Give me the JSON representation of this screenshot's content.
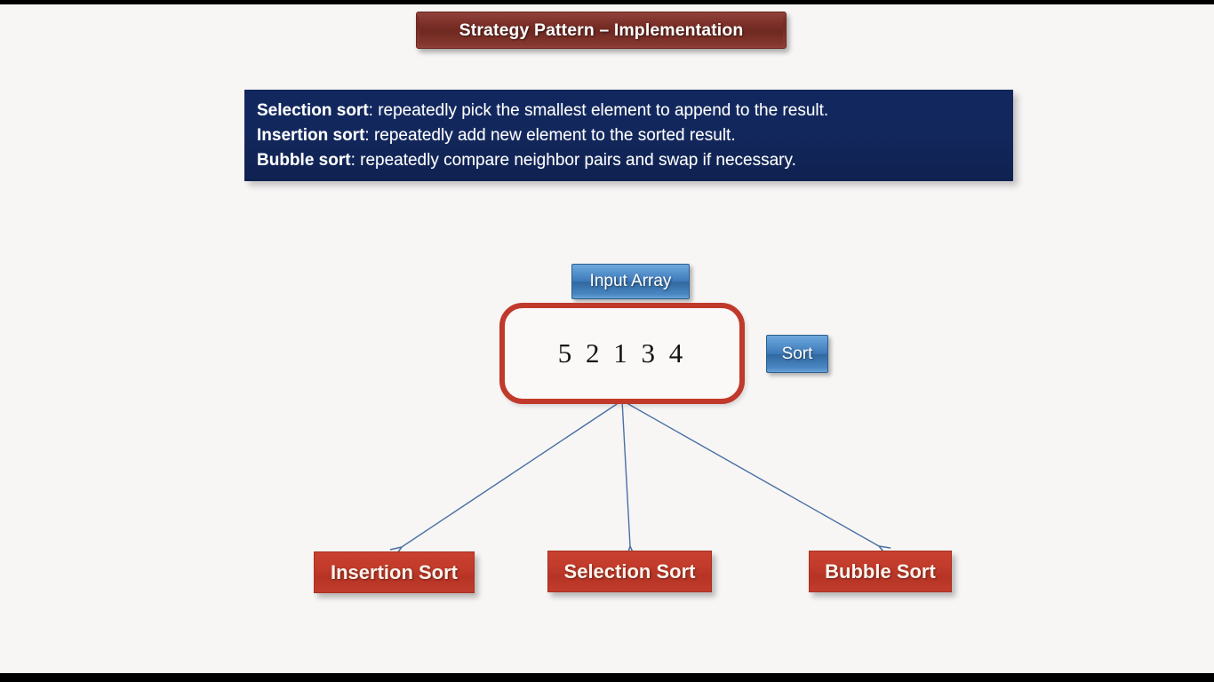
{
  "slide": {
    "title": "Strategy Pattern – Implementation",
    "background_color": "#f7f6f5",
    "letterbox_color": "#000000"
  },
  "description_panel": {
    "background_color": "#11275e",
    "lines": [
      {
        "term": "Selection sort",
        "detail": ": repeatedly pick the smallest element to append to the result."
      },
      {
        "term": "Insertion sort",
        "detail": ": repeatedly add new element to the sorted result."
      },
      {
        "term": "Bubble sort",
        "detail": ": repeatedly compare neighbor pairs and swap if necessary."
      }
    ]
  },
  "diagram": {
    "input_array_label": "Input Array",
    "sort_button_label": "Sort",
    "array_values": "5 2 1 3 4",
    "array_border_color": "#c0392b",
    "button_color": "#3d79b8",
    "arrow_color": "#4a6fa5",
    "strategies": [
      {
        "label": "Insertion Sort",
        "color": "#c23b2b"
      },
      {
        "label": "Selection Sort",
        "color": "#c23b2b"
      },
      {
        "label": "Bubble Sort",
        "color": "#c23b2b"
      }
    ]
  }
}
